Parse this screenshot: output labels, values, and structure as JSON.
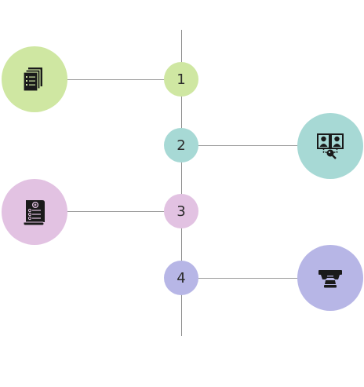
{
  "colors": {
    "step1": "#cfe7a2",
    "step2": "#a7d9d5",
    "step3": "#e2c2e2",
    "step4": "#b7b6e6",
    "line": "#9a9a9a",
    "icon": "#1a1a1a"
  },
  "steps": [
    {
      "number": "1",
      "icon": "documents-icon",
      "side": "left"
    },
    {
      "number": "2",
      "icon": "people-inspection-icon",
      "side": "right"
    },
    {
      "number": "3",
      "icon": "checklist-scroll-icon",
      "side": "left"
    },
    {
      "number": "4",
      "icon": "face-mask-icon",
      "side": "right"
    }
  ]
}
